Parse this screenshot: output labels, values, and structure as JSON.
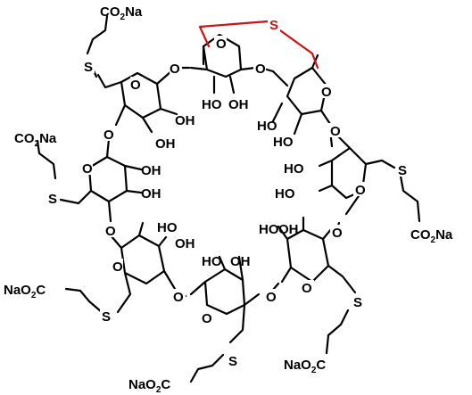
{
  "labels": {
    "o": "O",
    "oh": "OH",
    "ho": "HO",
    "s": "S",
    "co2na": [
      "CO",
      "2",
      "Na"
    ],
    "naco2": [
      "NaO",
      "2",
      "C"
    ]
  },
  "colors": {
    "bond": "#000000",
    "bridge": "#d01010",
    "background": "#ffffff"
  }
}
